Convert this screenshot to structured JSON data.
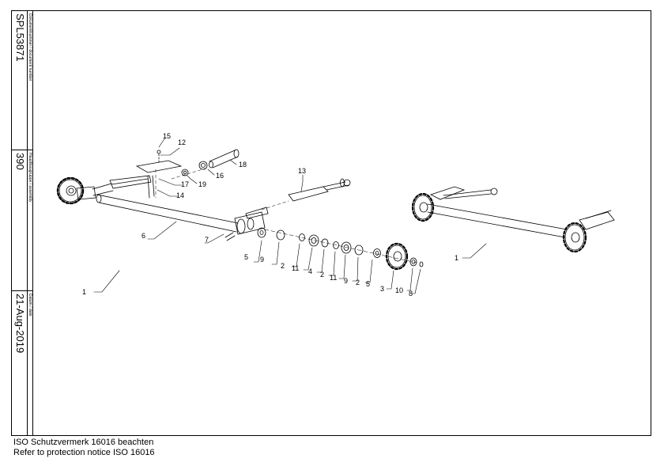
{
  "titleblock": {
    "document_number_label": "Dokumentnummer / document number",
    "document_number": "SPL53871",
    "assembly_label": "Hauptbaugruppe / assembly",
    "assembly": "390",
    "date_label": "Datum / date",
    "date": "21-Aug-2019"
  },
  "callouts": {
    "c1_left": "1",
    "c1_right": "1",
    "c2a": "2",
    "c2b": "2",
    "c2c": "2",
    "c3": "3",
    "c4": "4",
    "c5a": "5",
    "c5b": "5",
    "c6": "6",
    "c7": "7",
    "c8": "8",
    "c9a": "9",
    "c9b": "9",
    "c10": "10",
    "c11a": "11",
    "c11b": "11",
    "c12": "12",
    "c13": "13",
    "c14": "14",
    "c15": "15",
    "c16": "16",
    "c17": "17",
    "c18": "18",
    "c19": "19"
  },
  "notice": {
    "line_de": "ISO Schutzvermerk 16016 beachten",
    "line_en": "Refer to protection notice ISO 16016"
  }
}
